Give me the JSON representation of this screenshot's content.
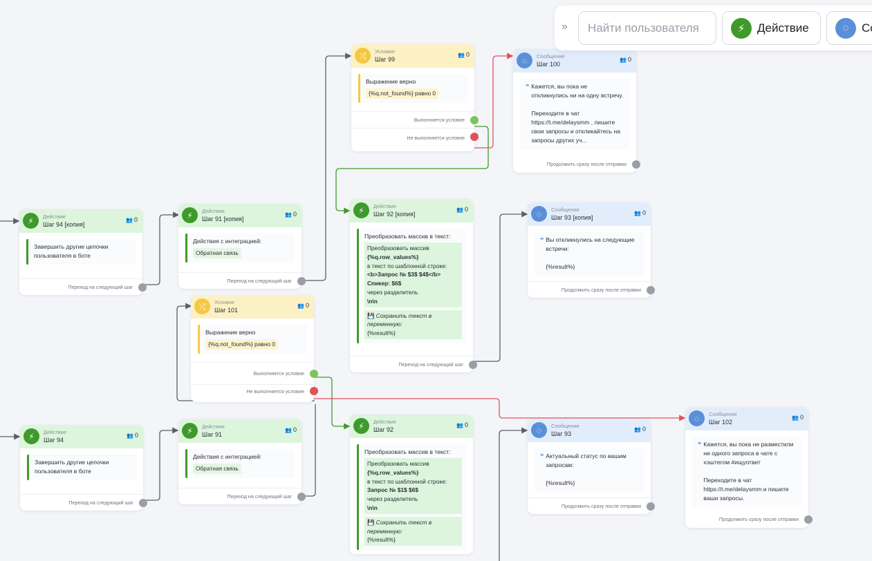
{
  "toolbar": {
    "search_placeholder": "Найти пользователя",
    "action_label": "Действие",
    "message_label": "Со"
  },
  "icons": {
    "action": "lightning-icon",
    "condition": "shuffle-icon",
    "message": "chat-bubble-icon",
    "users": "users-icon",
    "collapse": "double-chevron-icon"
  },
  "colors": {
    "action": "#3e9a2b",
    "condition": "#f4c842",
    "message": "#5b8fd9",
    "port_ok": "#7cc35f",
    "port_fail": "#e0525b",
    "port_default": "#9a9ea6"
  },
  "nodes": {
    "s94c": {
      "type": "Действие",
      "title": "Шаг 94 [копия]",
      "users": "0",
      "text": "Завершить другие цепочки пользователя в боте",
      "foot": "Переход на следующий шаг"
    },
    "s91c": {
      "type": "Действие",
      "title": "Шаг 91 [копия]",
      "users": "0",
      "text": "Действия с интеграцией:",
      "chip": "Обратная связь",
      "foot": "Переход на следующий шаг"
    },
    "s99": {
      "type": "Условие",
      "title": "Шаг 99",
      "users": "0",
      "text": "Выражение верно",
      "chip": "{%q.not_found%} равно 0",
      "foot_ok": "Выполняется условие",
      "foot_fail": "Не выполняется условие"
    },
    "s100": {
      "type": "Сообщение",
      "title": "Шаг 100",
      "users": "0",
      "text": "Кажется, вы пока не откликнулись ни на одну встречу.\n\nПереходите в чат https://t.me/delaysmm , пишите свои запросы и откликайтесь на запросы других уч...",
      "foot": "Продолжить сразу после отправки"
    },
    "s92c": {
      "type": "Действие",
      "title": "Шаг 92 [копия]",
      "users": "0",
      "text": "Преобразовать массив в текст:",
      "l1": "Преобразовать массив",
      "l2": "{%q.row_values%}",
      "l3": "в текст по шаблонной строке:",
      "l4": "<b>Запрос № $3$ $4$</b>",
      "l5": "Спикер: $6$",
      "l6": "через разделитель",
      "l7": "\\n\\n",
      "save": "Сохранить текст в переменную:",
      "var": "{%result%}",
      "foot": "Переход на следующий шаг"
    },
    "s93c": {
      "type": "Сообщение",
      "title": "Шаг 93 [копия]",
      "users": "0",
      "text": "Вы откликнулись на следующие встречи:\n\n{%result%}",
      "foot": "Продолжить сразу после отправки"
    },
    "s101": {
      "type": "Условие",
      "title": "Шаг 101",
      "users": "0",
      "text": "Выражение верно",
      "chip": "{%q.not_found%} равно 0",
      "foot_ok": "Выполняется условие",
      "foot_fail": "Не выполняется условие"
    },
    "s94": {
      "type": "Действие",
      "title": "Шаг 94",
      "users": "0",
      "text": "Завершить другие цепочки пользователя в боте",
      "foot": "Переход на следующий шаг"
    },
    "s91": {
      "type": "Действие",
      "title": "Шаг 91",
      "users": "0",
      "text": "Действия с интеграцией:",
      "chip": "Обратная связь",
      "foot": "Переход на следующий шаг"
    },
    "s92": {
      "type": "Действие",
      "title": "Шаг 92",
      "users": "0",
      "text": "Преобразовать массив в текст:",
      "l1": "Преобразовать массив",
      "l2": "{%q.row_values%}",
      "l3": "в текст по шаблонной строке:",
      "l4": "Запрос № $1$ $6$",
      "l6": "через разделитель",
      "l7": "\\n\\n",
      "save": "Сохранить текст в переменную:",
      "var": "{%result%}"
    },
    "s93": {
      "type": "Сообщение",
      "title": "Шаг 93",
      "users": "0",
      "text": "Актуальный статус по вашим запросам:\n\n{%result%}",
      "foot": "Продолжить сразу после отправки"
    },
    "s102": {
      "type": "Сообщение",
      "title": "Шаг 102",
      "users": "0",
      "text": "Кажется, вы пока не разместили ни одного запроса в чате с хэштегом #ищуответ\n\nПереходите в чат https://t.me/delaysmm и пишите ваши запросы.",
      "foot": "Продолжить сразу после отправки"
    }
  }
}
